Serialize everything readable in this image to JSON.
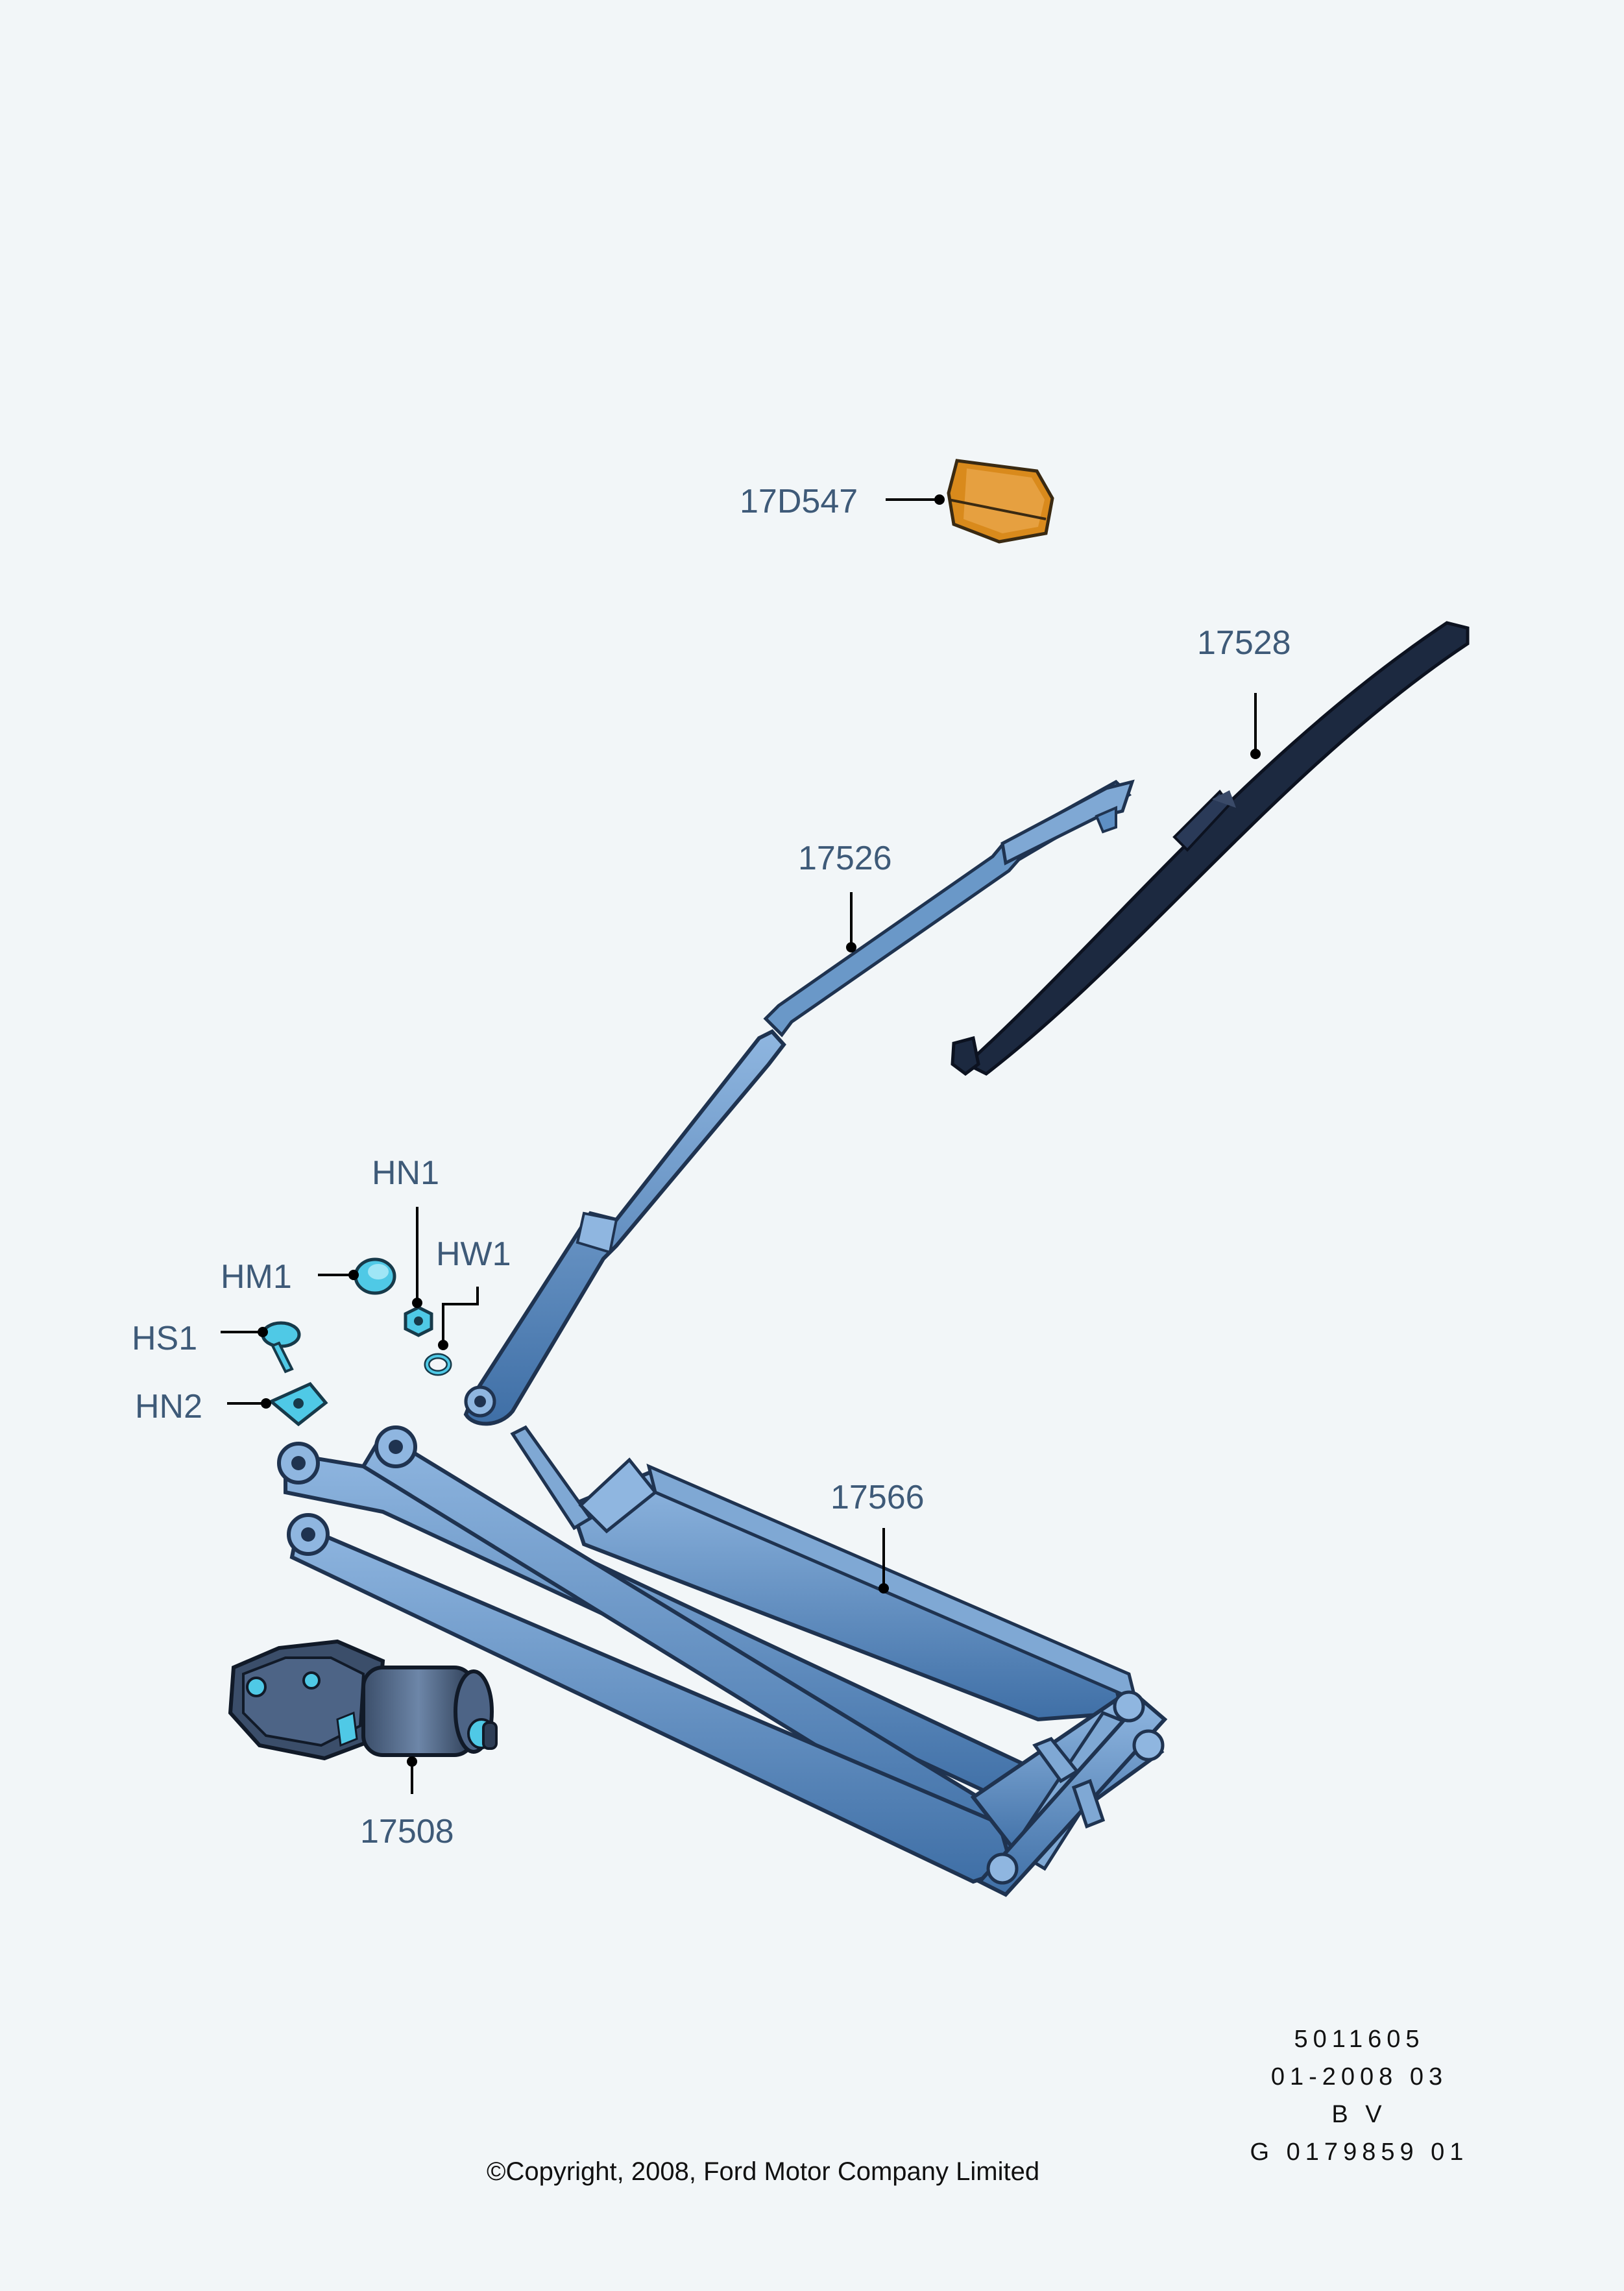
{
  "labels": {
    "sensor": "17D547",
    "blade": "17528",
    "arm": "17526",
    "nut_hn1": "HN1",
    "washer_hw1": "HW1",
    "cap_hm1": "HM1",
    "screw_hs1": "HS1",
    "nut_hn2": "HN2",
    "linkage": "17566",
    "motor": "17508"
  },
  "reference": {
    "line1": "5011605",
    "line2": "01-2008 03",
    "line3": "B V",
    "line4": "G 0179859 01"
  },
  "copyright": "©Copyright, 2008, Ford Motor Company Limited",
  "colors": {
    "background": "#f2f6f8",
    "part_blue": "#5e8fc4",
    "part_dark": "#1c2940",
    "sensor_orange": "#d98a1c",
    "fastener_cyan": "#4fc9e6",
    "label_text": "#3e5a78"
  }
}
